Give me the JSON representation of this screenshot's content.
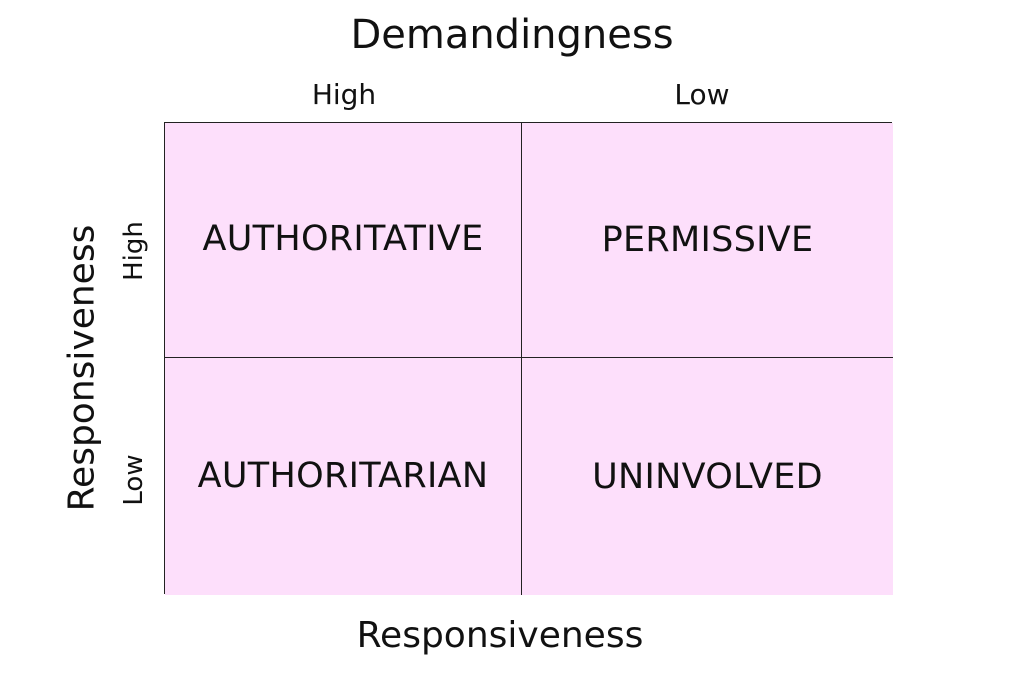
{
  "colors": {
    "cell_fill": "#fddffb",
    "border": "#222222",
    "text": "#111111",
    "background": "#ffffff"
  },
  "top_axis": {
    "title": "Demandingness",
    "high_label": "High",
    "low_label": "Low"
  },
  "left_axis": {
    "title": "Responsiveness",
    "high_label": "High",
    "low_label": "Low"
  },
  "bottom_axis": {
    "title": "Responsiveness"
  },
  "cells": {
    "top_left": "AUTHORITATIVE",
    "top_right": "PERMISSIVE",
    "bottom_left": "AUTHORITARIAN",
    "bottom_right": "UNINVOLVED"
  }
}
